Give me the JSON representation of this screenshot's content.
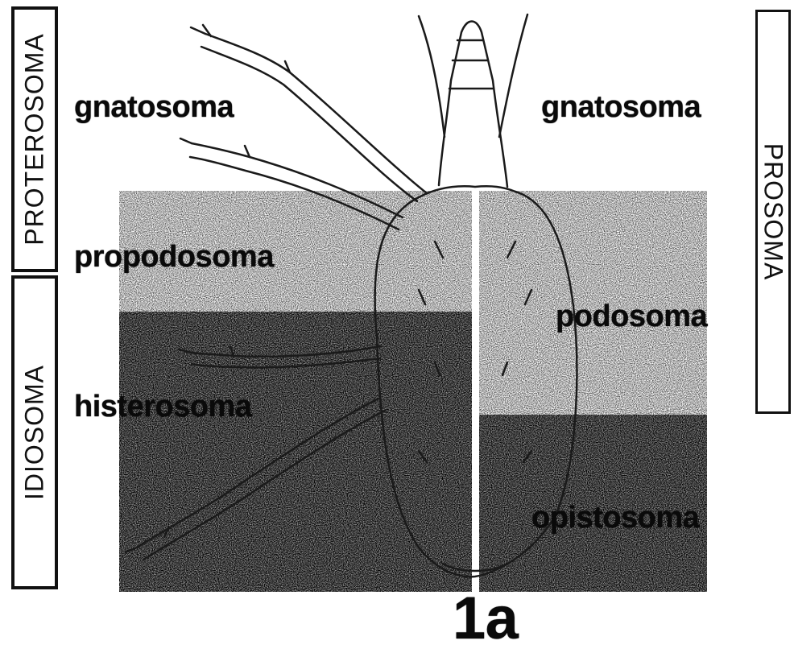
{
  "side_boxes": {
    "proterosoma": "PROTEROSOMA",
    "idiosoma": "IDIOSOMA",
    "prosoma": "PROSOMA"
  },
  "labels": {
    "gnatosoma_left": "gnatosoma",
    "gnatosoma_right": "gnatosoma",
    "propodosoma": "propodosoma",
    "podosoma": "podosoma",
    "histerosoma": "histerosoma",
    "opistosoma": "opistosoma"
  },
  "figure_label": "1a",
  "colors": {
    "zone_light": "#cfcfcf",
    "zone_dark": "#8f8f8f",
    "outline": "#1a1a1a"
  }
}
